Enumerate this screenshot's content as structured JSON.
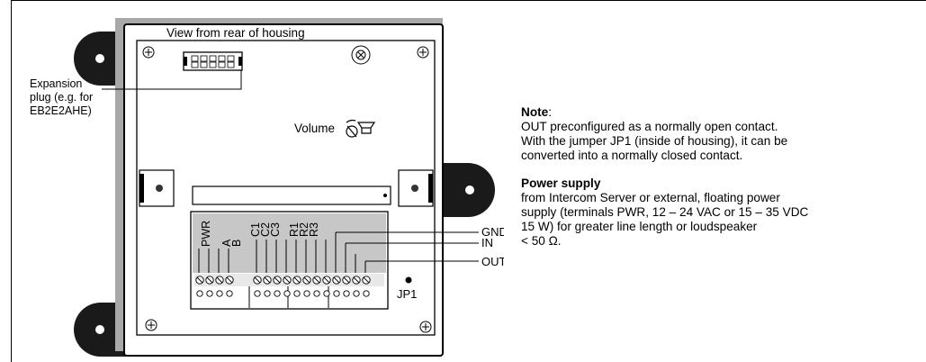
{
  "diagram": {
    "housing_caption": "View from rear of housing",
    "expansion_label_lines": [
      "Expansion",
      "plug (e.g. for",
      "EB2E2AHE)"
    ],
    "volume_label": "Volume",
    "terminal_labels": [
      "PWR",
      "A",
      "B",
      "C1",
      "C2",
      "C3",
      "R1",
      "R2",
      "R3"
    ],
    "side_labels": {
      "gnd": "GND",
      "in": "IN",
      "out": "OUT"
    },
    "jumper_label": "JP1"
  },
  "notes": {
    "note_heading": "Note",
    "note_heading_colon": ":",
    "note_lines": [
      "OUT preconfigured as a normally open contact.",
      "With the jumper JP1 (inside of housing), it can be",
      "converted into a normally closed contact."
    ],
    "power_heading": "Power supply",
    "power_lines": [
      "from Intercom Server or external, floating power",
      "supply (terminals PWR, 12 – 24 VAC or 15 – 35 VDC",
      "15 W) for greater line length or loudspeaker",
      "< 50 Ω."
    ]
  }
}
